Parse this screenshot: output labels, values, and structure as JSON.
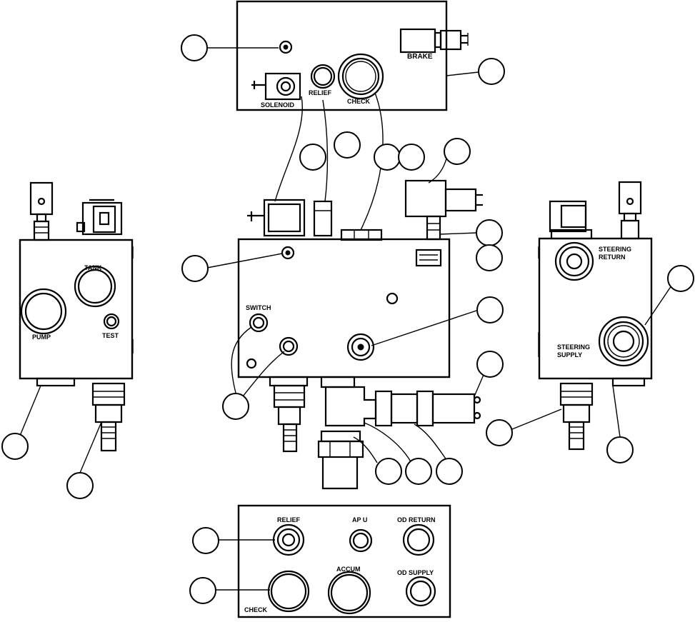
{
  "labels": {
    "brake": "BRAKE",
    "solenoid": "SOLENOID",
    "relief_top": "RELIEF",
    "check_top": "CHECK",
    "tank": "TANK",
    "pump": "PUMP",
    "test": "TEST",
    "switch": "SWITCH",
    "steering_return_1": "STEERING",
    "steering_return_2": "RETURN",
    "steering_supply_1": "STEERING",
    "steering_supply_2": "SUPPLY",
    "relief_bottom": "RELIEF",
    "apu": "AP U",
    "od_return": "OD RETURN",
    "accum": "ACCUM",
    "od_supply": "OD SUPPLY",
    "check_bottom": "CHECK"
  }
}
